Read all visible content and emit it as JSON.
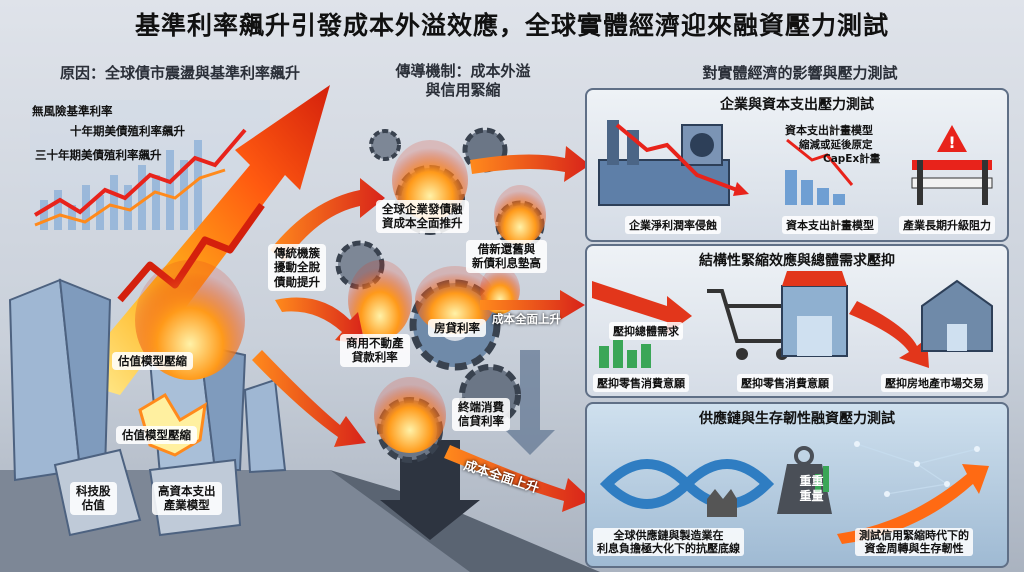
{
  "title": "基準利率飆升引發成本外溢效應，全球實體經濟迎來融資壓力測試",
  "left": {
    "heading": "原因：全球債市震盪與基準利率飆升",
    "legend": [
      "無風險基準利率",
      "十年期美債殖利率飆升",
      "三十年期美債殖利率飆升"
    ],
    "valuation_1": "估值模型壓縮",
    "valuation_2": "估值模型壓縮",
    "tech": [
      "科技股",
      "估值"
    ],
    "capex": [
      "高資本支出",
      "產業模型"
    ]
  },
  "middle": {
    "heading": [
      "傳導機制：成本外溢",
      "與信用緊縮"
    ],
    "volatility": [
      "傳統機簇",
      "擾動全脫",
      "債勛提升"
    ],
    "corp_cost": [
      "全球企業發債融",
      "資成本全面推升"
    ],
    "refi": [
      "借新還舊與",
      "新債利息墊高"
    ],
    "mortgage": "房貸利率",
    "cre": [
      "商用不動產",
      "貸款利率"
    ],
    "consumer_credit": [
      "終端消費",
      "信貸利率"
    ],
    "cost_up_1": "成本全面上升",
    "cost_up_2": "成本全面上升"
  },
  "right": {
    "heading": "對實體經濟的影響與壓力測試",
    "panel1": {
      "title": "企業與資本支出壓力測試",
      "capex_plan_note": [
        "資本支出計畫模型",
        "縮減或延後原定",
        "CapEx計畫"
      ],
      "captions": [
        "企業淨利潤率侵蝕",
        "資本支出計畫模型",
        "產業長期升級阻力"
      ]
    },
    "panel2": {
      "title": "結構性緊縮效應與總體需求壓抑",
      "demand": "壓抑總體需求",
      "captions": [
        "壓抑零售消費意願",
        "壓抑零售消費意願",
        "壓抑房地產市場交易"
      ]
    },
    "panel3": {
      "title": "供應鏈與生存韌性融資壓力測試",
      "weight": [
        "重重",
        "重量"
      ],
      "captions": [
        [
          "全球供應鏈與製造業在",
          "利息負擔極大化下的抗壓底線"
        ],
        [
          "測試信用緊縮時代下的",
          "資金周轉與生存韌性"
        ]
      ]
    }
  },
  "colors": {
    "fire": "#ff6a13",
    "arrow": "#e2361b",
    "panel_border": "#5f6f86",
    "chart_red": "#e8231b",
    "chart_green": "#3aa657"
  }
}
